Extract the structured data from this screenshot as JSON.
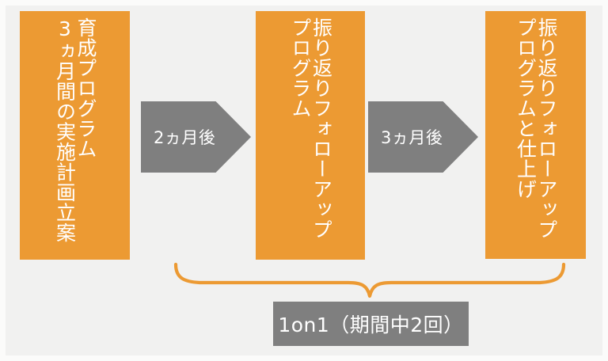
{
  "colors": {
    "background": "#f1f1f0",
    "frame": "#fbfbfa",
    "accent_orange": "#ec9a33",
    "accent_gray": "#7f7f7f",
    "text_on_fill": "#ffffff"
  },
  "diagram": {
    "type": "process-flow",
    "orientation": "left-to-right",
    "text_direction": "vertical-rtl",
    "phases": [
      {
        "id": "phase-1",
        "columns": [
          "育成プログラム",
          "3ヵ月間の実施計画立案"
        ],
        "fill": "#ec9a33"
      },
      {
        "id": "phase-2",
        "columns": [
          "振り返りフォローアップ",
          "プログラム"
        ],
        "fill": "#ec9a33"
      },
      {
        "id": "phase-3",
        "columns": [
          "振り返りフォローアップ",
          "プログラムと仕上げ"
        ],
        "fill": "#ec9a33"
      }
    ],
    "arrows": [
      {
        "id": "arrow-1",
        "label": "2ヵ月後",
        "fill": "#7f7f7f"
      },
      {
        "id": "arrow-2",
        "label": "3ヵ月後",
        "fill": "#7f7f7f"
      }
    ],
    "brace": {
      "id": "span-brace",
      "style": "curly-brace-down",
      "color": "#ec9a33",
      "spans": [
        "phase-2",
        "phase-3"
      ]
    },
    "caption": {
      "id": "brace-caption",
      "label": "1on1（期間中2回）",
      "fill": "#7f7f7f"
    }
  }
}
